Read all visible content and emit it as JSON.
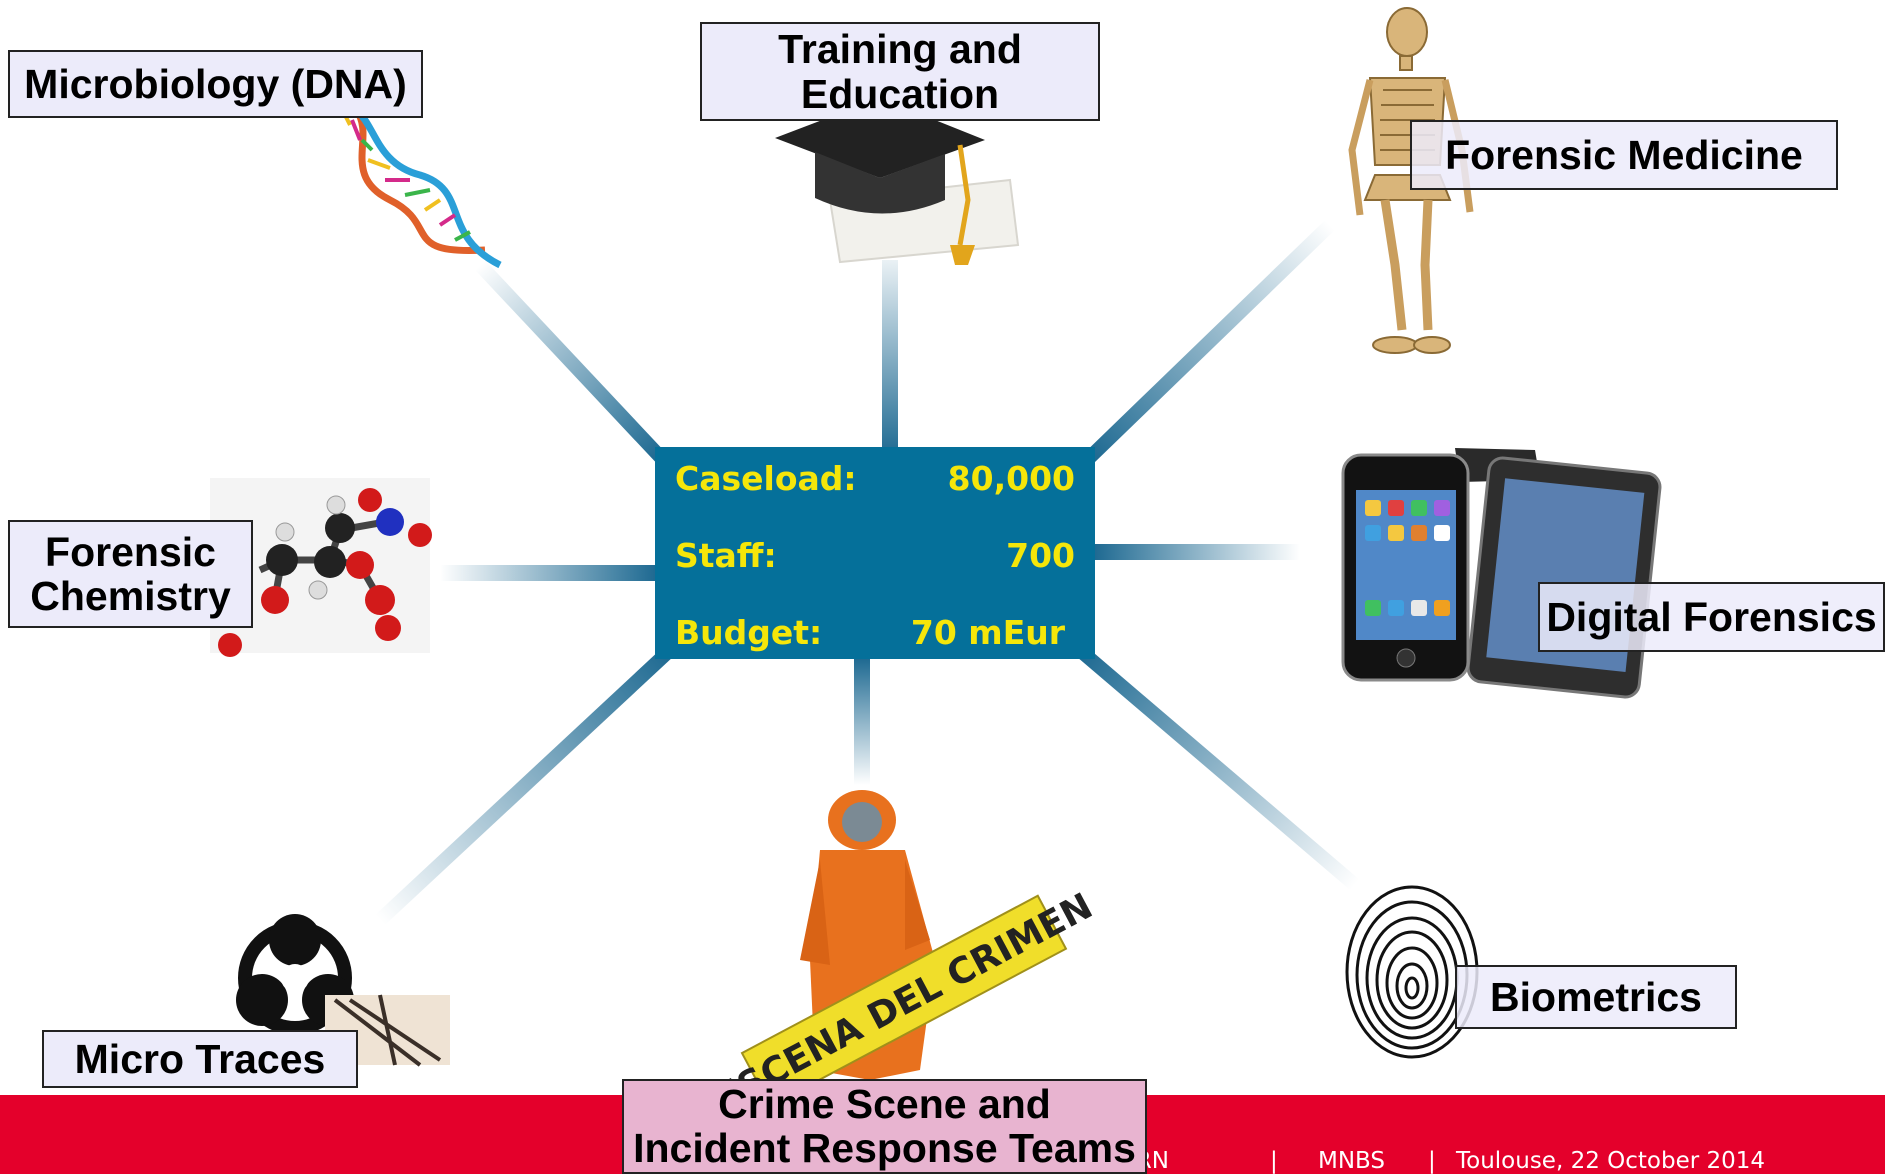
{
  "hub": {
    "rows": [
      {
        "label": "Caseload:",
        "value": "80,000"
      },
      {
        "label": "Staff:",
        "value": "700"
      },
      {
        "label": "Budget:",
        "value": "70 mEur"
      }
    ]
  },
  "nodes": {
    "microbiology": {
      "lines": [
        "Microbiology (DNA)"
      ],
      "icon": "dna-helix-icon"
    },
    "training": {
      "lines": [
        "Training and",
        "Education"
      ],
      "icon": "graduation-cap-icon"
    },
    "forensic_medicine": {
      "lines": [
        "Forensic Medicine"
      ],
      "icon": "skeleton-icon"
    },
    "forensic_chemistry": {
      "lines": [
        "Forensic",
        "Chemistry"
      ],
      "icon": "molecule-icon"
    },
    "digital_forensics": {
      "lines": [
        "Digital Forensics"
      ],
      "icon": "phone-tablet-icon"
    },
    "micro_traces": {
      "lines": [
        "Micro Traces"
      ],
      "icon": "biohazard-icon"
    },
    "crime_scene": {
      "lines": [
        "Crime Scene and",
        "Incident Response Teams"
      ],
      "icon": "hazmat-suit-icon"
    },
    "biometrics": {
      "lines": [
        "Biometrics"
      ],
      "icon": "fingerprint-icon"
    }
  },
  "crime_tape": "ESCENA DEL CRIMEN",
  "footer": {
    "left": "BRN",
    "sep1": "|",
    "middle": "MNBS",
    "sep2": "|",
    "right": "Toulouse, 22 October 2014"
  },
  "colors": {
    "hub": "#05709a",
    "hub_text": "#f5e60a",
    "label_fill": "#ecebfa",
    "footer": "#e4002b",
    "crime_label_fill": "#e8b4d0"
  }
}
